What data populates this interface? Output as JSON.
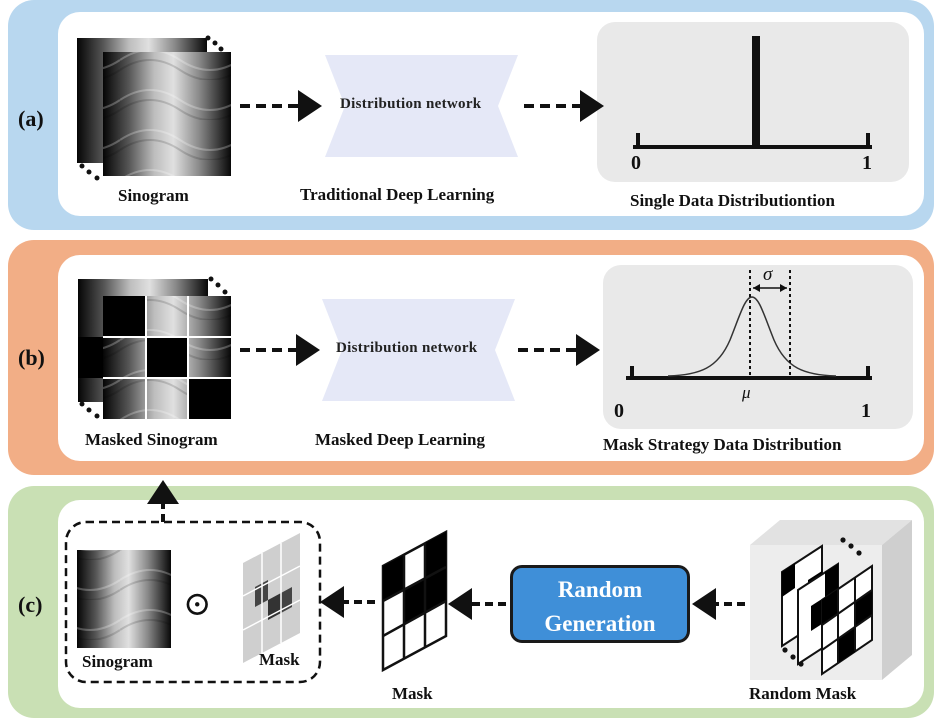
{
  "colors": {
    "panel_a": "#b8d7ef",
    "panel_b": "#f2ae86",
    "panel_c": "#c9e0b4",
    "network": "#e5e8f7",
    "plot_bg": "#e9e9e9",
    "button": "#3f8fd8"
  },
  "panel_a": {
    "label": "(a)",
    "sinogram_caption": "Sinogram",
    "network_label": "Distribution network",
    "network_caption": "Traditional  Deep Learning",
    "plot_caption": "Single Data Distributiontion",
    "axis_min": "0",
    "axis_max": "1"
  },
  "panel_b": {
    "label": "(b)",
    "sinogram_caption": "Masked Sinogram",
    "network_label": "Distribution  network",
    "network_caption": "Masked Deep Learning",
    "plot_caption": "Mask Strategy  Data Distribution",
    "axis_min": "0",
    "axis_max": "1",
    "sigma": "σ",
    "mu": "μ"
  },
  "panel_c": {
    "label": "(c)",
    "sinogram_caption": "Sinogram",
    "operator": "⊙",
    "mask_small_caption": "Mask",
    "mask_caption": "Mask",
    "button_line1": "Random",
    "button_line2": "Generation",
    "random_mask_caption": "Random Mask"
  },
  "icons": [
    "arrow-right-icon",
    "arrow-left-icon",
    "arrow-up-icon",
    "hadamard-product-icon"
  ]
}
